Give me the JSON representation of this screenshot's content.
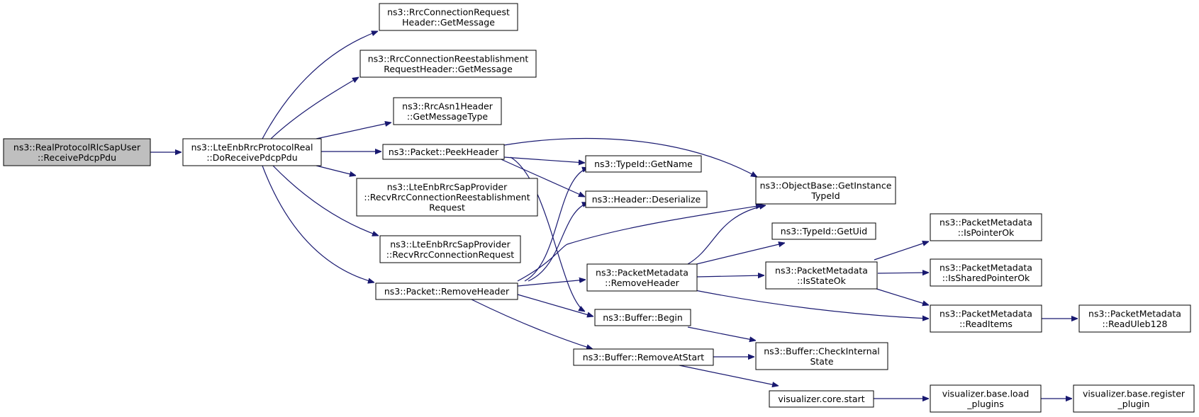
{
  "colors": {
    "edge": "#191970",
    "root_fill": "#bfbfbf",
    "node_fill": "#ffffff",
    "border": "#000000"
  },
  "nodes": {
    "root": [
      "ns3::RealProtocolRlcSapUser",
      "::ReceivePdcpPdu"
    ],
    "doReceive": [
      "ns3::LteEnbRrcProtocolReal",
      "::DoReceivePdcpPdu"
    ],
    "rrcConnReqGetMsg": [
      "ns3::RrcConnectionRequest",
      "Header::GetMessage"
    ],
    "rrcReestabGetMsg": [
      "ns3::RrcConnectionReestablishment",
      "RequestHeader::GetMessage"
    ],
    "asn1GetType": [
      "ns3::RrcAsn1Header",
      "::GetMessageType"
    ],
    "peekHeader": [
      "ns3::Packet::PeekHeader"
    ],
    "recvReestab": [
      "ns3::LteEnbRrcSapProvider",
      "::RecvRrcConnectionReestablishment",
      "Request"
    ],
    "recvConnReq": [
      "ns3::LteEnbRrcSapProvider",
      "::RecvRrcConnectionRequest"
    ],
    "removeHeader": [
      "ns3::Packet::RemoveHeader"
    ],
    "getName": [
      "ns3::TypeId::GetName"
    ],
    "deserialize": [
      "ns3::Header::Deserialize"
    ],
    "getInstanceTypeId": [
      "ns3::ObjectBase::GetInstance",
      "TypeId"
    ],
    "getUid": [
      "ns3::TypeId::GetUid"
    ],
    "metaRemoveHeader": [
      "ns3::PacketMetadata",
      "::RemoveHeader"
    ],
    "isStateOk": [
      "ns3::PacketMetadata",
      "::IsStateOk"
    ],
    "isPointerOk": [
      "ns3::PacketMetadata",
      "::IsPointerOk"
    ],
    "isSharedPointerOk": [
      "ns3::PacketMetadata",
      "::IsSharedPointerOk"
    ],
    "readItems": [
      "ns3::PacketMetadata",
      "::ReadItems"
    ],
    "readUleb": [
      "ns3::PacketMetadata",
      "::ReadUleb128"
    ],
    "bufferBegin": [
      "ns3::Buffer::Begin"
    ],
    "removeAtStart": [
      "ns3::Buffer::RemoveAtStart"
    ],
    "checkInternal": [
      "ns3::Buffer::CheckInternal",
      "State"
    ],
    "coreStart": [
      "visualizer.core.start"
    ],
    "loadPlugins": [
      "visualizer.base.load",
      "_plugins"
    ],
    "registerPlugin": [
      "visualizer.base.register",
      "_plugin"
    ]
  }
}
